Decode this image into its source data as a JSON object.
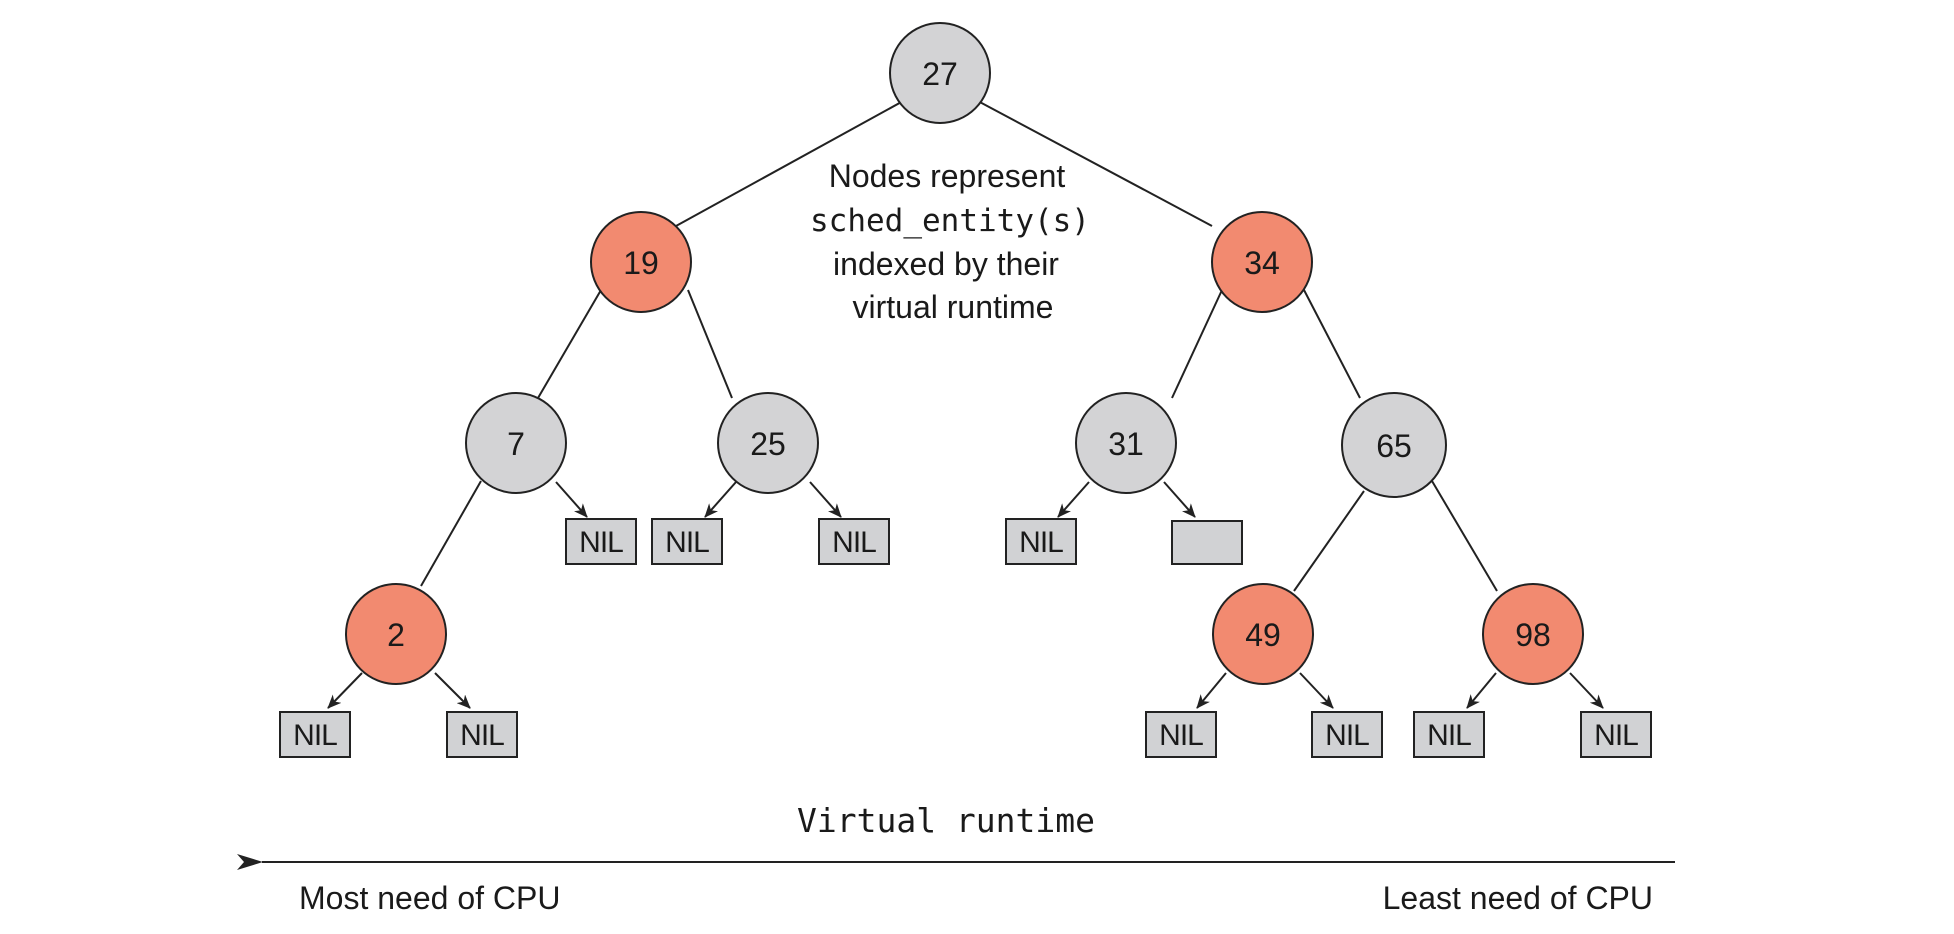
{
  "colors": {
    "red_node": "#f28a70",
    "black_node": "#d3d3d5",
    "nil_fill": "#d1d2d4",
    "stroke": "#222222"
  },
  "tree": {
    "nodes": {
      "n27": {
        "key": "27",
        "color": "black"
      },
      "n19": {
        "key": "19",
        "color": "red"
      },
      "n34": {
        "key": "34",
        "color": "red"
      },
      "n7": {
        "key": "7",
        "color": "black"
      },
      "n25": {
        "key": "25",
        "color": "black"
      },
      "n31": {
        "key": "31",
        "color": "black"
      },
      "n65": {
        "key": "65",
        "color": "black"
      },
      "n2": {
        "key": "2",
        "color": "red"
      },
      "n49": {
        "key": "49",
        "color": "red"
      },
      "n98": {
        "key": "98",
        "color": "red"
      }
    },
    "nil_label": "NIL"
  },
  "annotation": {
    "line1": "Nodes represent",
    "line2": "sched_entity(s)",
    "line3": "indexed by their",
    "line4": "virtual runtime"
  },
  "axis": {
    "title": "Virtual runtime",
    "left_label": "Most need of CPU",
    "right_label": "Least need of CPU"
  }
}
